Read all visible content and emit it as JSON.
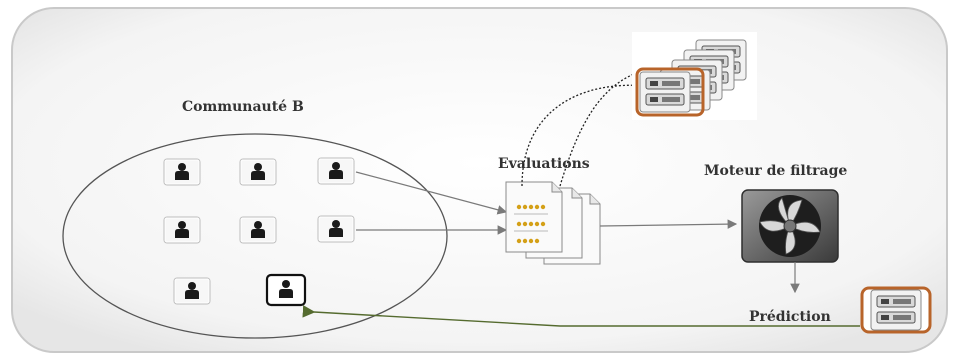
{
  "labels": {
    "community": "Communauté B",
    "evaluations": "Evaluations",
    "engine": "Moteur de filtrage",
    "prediction": "Prédiction"
  },
  "icons": {
    "user": "user-silhouette-icon",
    "document": "rating-document-icon",
    "engine": "fan-icon",
    "item": "item-card-icon"
  },
  "colors": {
    "frame_border": "#c9c9c9",
    "highlight": "#b8642a",
    "feedback_arrow": "#556b2f",
    "connector": "#7a7a7a",
    "rating_dots": "#d4a017"
  }
}
